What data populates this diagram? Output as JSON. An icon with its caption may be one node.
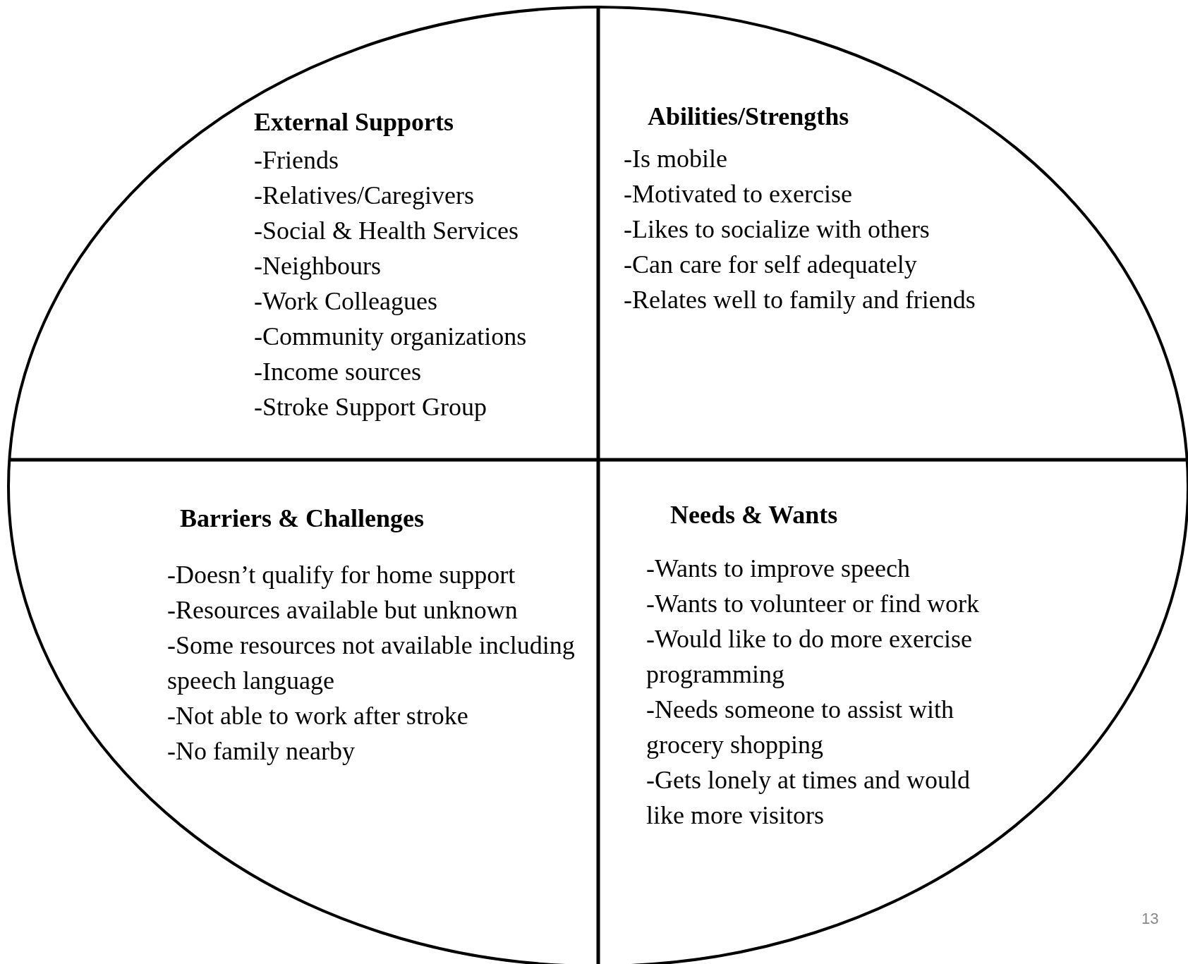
{
  "diagram": {
    "nodes": [
      {
        "text": [
          "External Supports",
          "-Friends",
          "-Relatives/Caregivers",
          "-Social & Health Services",
          "-Neighbours",
          "-Work Colleagues",
          "-Community organizations",
          "-Income sources",
          "-Stroke Support Group"
        ]
      },
      {
        "text": [
          "Abilities/Strengths",
          "-Is mobile",
          "-Motivated to exercise",
          "-Likes to socialize with others",
          "-Can care for self adequately",
          "-Relates well to family and friends"
        ]
      },
      {
        "text": [
          "Barriers & Challenges",
          "-Doesn’t qualify for home support",
          "-Resources available but unknown",
          "-Some resources not available including speech language",
          "-Not able to work after stroke",
          "-No family nearby"
        ]
      },
      {
        "text": [
          "Needs & Wants",
          "-Wants to improve speech",
          "-Wants to volunteer or find work",
          "-Would like to do more exercise programming",
          "-Needs someone to assist with grocery shopping",
          "-Gets lonely at times and would like more visitors"
        ]
      }
    ],
    "labels": [
      "13"
    ]
  }
}
